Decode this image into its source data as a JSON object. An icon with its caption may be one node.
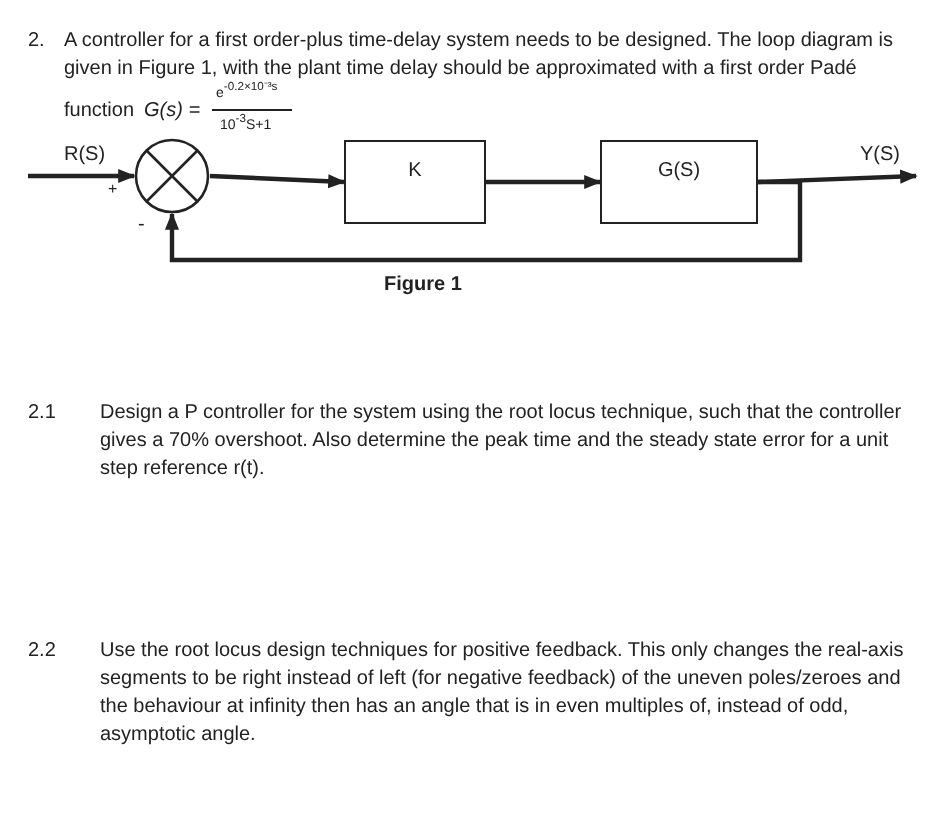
{
  "diagram": {
    "nodes": [
      {
        "text": [],
        "shape": "circle"
      },
      {
        "text": [
          "K"
        ]
      },
      {
        "text": [
          "G(S)"
        ]
      }
    ],
    "edges": [
      {
        "from": null,
        "to": 0,
        "arrow": "to",
        "label": "R(S)"
      },
      {
        "from": 0,
        "to": 1,
        "arrow": "to"
      },
      {
        "from": 1,
        "to": 2,
        "arrow": "to"
      },
      {
        "from": 2,
        "to": null,
        "arrow": "to",
        "label": "Y(S)"
      },
      {
        "from": 2,
        "to": 0,
        "arrow": "to"
      }
    ],
    "labels": [
      "2.",
      "A controller for a first order-plus time-delay system needs to be designed. The loop diagram is given in Figure 1, with the plant time delay should be approximated with a first order Padé",
      "function",
      "G(s) =",
      "e$^{-0.2×10⁻³s}$",
      "10$^{-3}$S+1",
      "+",
      "-",
      "Figure 1",
      "2.1",
      "Design a P controller for the system using the root locus technique, such that the controller gives a 70% overshoot. Also determine the peak time and the steady state error for a unit step reference r(t).",
      "2.2",
      "Use the root locus design techniques for positive feedback. This only changes the real-axis segments to be right instead of left (for negative feedback) of the uneven poles/zeroes and the behaviour at infinity then has an angle that is in even multiples of, instead of odd, asymptotic angle."
    ]
  }
}
